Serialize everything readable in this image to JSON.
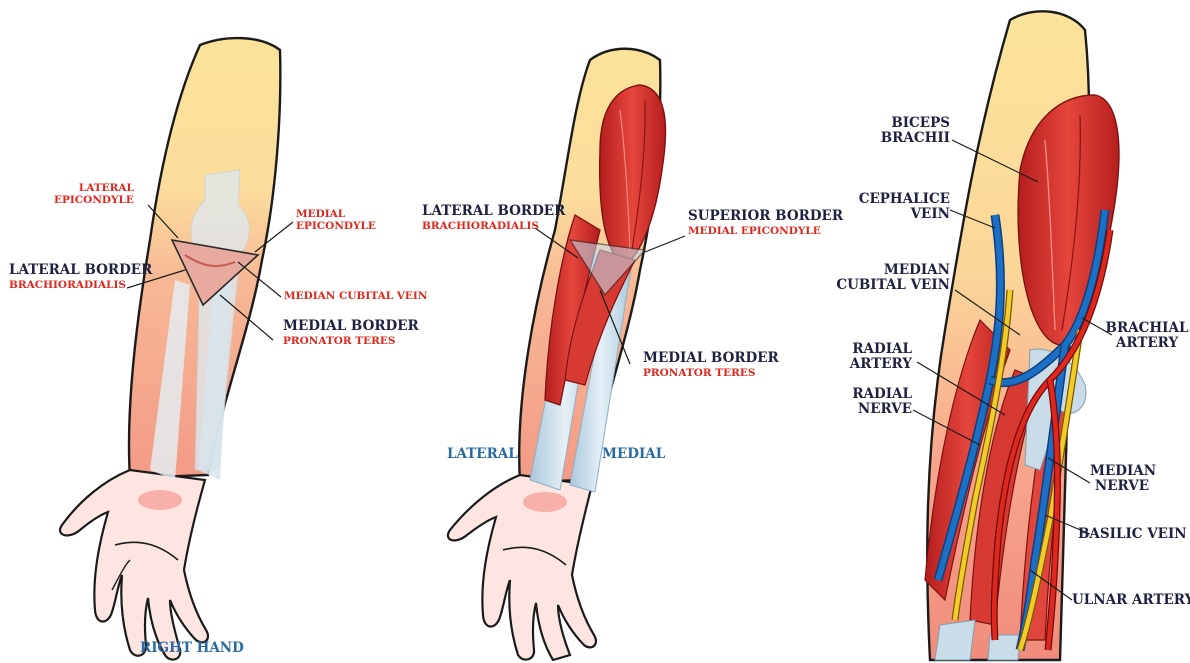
{
  "colors": {
    "skin_upper": "#fbe39a",
    "skin_lower": "#f6a68e",
    "muscle": "#d9312c",
    "bone": "#c9dce8",
    "vein": "#1b6fc4",
    "nerve": "#f2cc2a",
    "artery": "#e0271d",
    "label_dark": "#1f2140",
    "label_red": "#e0271d",
    "label_blue": "#2a6aa3"
  },
  "panel1": {
    "lateral_epicondyle": "LATERAL\nEPICONDYLE",
    "medial_epicondyle": "MEDIAL\nEPICONDYLE",
    "lateral_border": "LATERAL BORDER",
    "lateral_border_sub": "BRACHIORADIALIS",
    "median_cubital_vein": "MEDIAN CUBITAL VEIN",
    "medial_border": "MEDIAL BORDER",
    "medial_border_sub": "PRONATOR TERES",
    "right_hand": "RIGHT HAND"
  },
  "panel2": {
    "lateral_border": "LATERAL BORDER",
    "lateral_border_sub": "BRACHIORADIALIS",
    "superior_border": "SUPERIOR BORDER",
    "superior_border_sub": "MEDIAL EPICONDYLE",
    "medial_border": "MEDIAL BORDER",
    "medial_border_sub": "PRONATOR TERES",
    "lateral": "LATERAL",
    "medial": "MEDIAL"
  },
  "panel3": {
    "biceps_brachii": "BICEPS\nBRACHII",
    "cephalice_vein": "CEPHALICE\nVEIN",
    "median_cubital_vein": "MEDIAN\nCUBITAL VEIN",
    "radial_artery": "RADIAL\nARTERY",
    "radial_nerve": "RADIAL\nNERVE",
    "brachial_artery": "BRACHIAL\nARTERY",
    "median_nerve": "MEDIAN\nNERVE",
    "basilic_vein": "BASILIC VEIN",
    "ulnar_artery": "ULNAR ARTERY"
  }
}
